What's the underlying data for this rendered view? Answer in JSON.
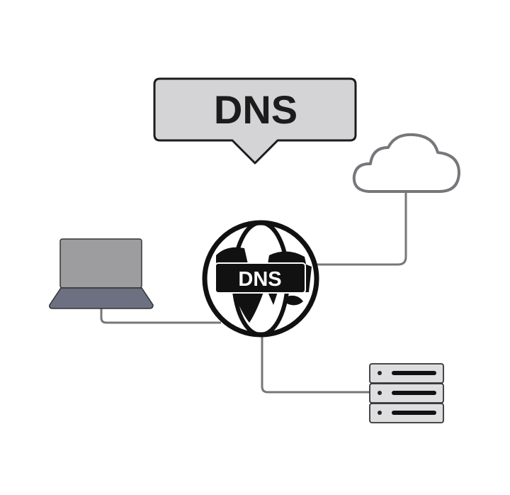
{
  "callout": {
    "label": "DNS"
  },
  "globe": {
    "label": "DNS"
  },
  "nodes": [
    "laptop",
    "cloud",
    "dns-globe",
    "server-stack"
  ],
  "colors": {
    "callout_fill": "#d4d3d5",
    "outline": "#1c1c1c",
    "connector": "#77777b",
    "laptop_screen": "#9d9d9f",
    "laptop_base": "#6d7080",
    "server_fill": "#dedddf"
  }
}
